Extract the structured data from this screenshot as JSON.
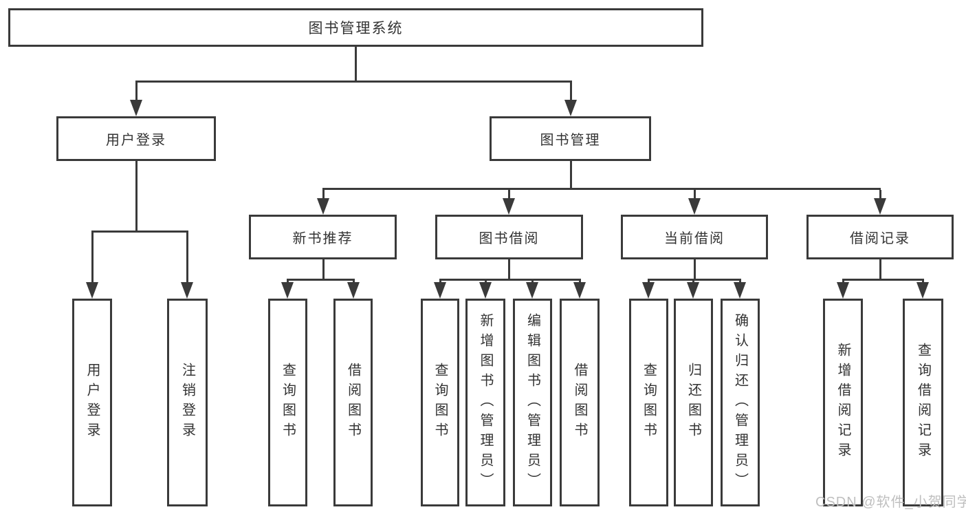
{
  "diagram": {
    "root": {
      "label": "图书管理系统"
    },
    "branches": [
      {
        "label": "用户登录",
        "children": [
          {
            "label": "用户登录"
          },
          {
            "label": "注销登录"
          }
        ]
      },
      {
        "label": "图书管理",
        "children": [
          {
            "label": "新书推荐",
            "children": [
              {
                "label": "查询图书"
              },
              {
                "label": "借阅图书"
              }
            ]
          },
          {
            "label": "图书借阅",
            "children": [
              {
                "label": "查询图书"
              },
              {
                "label": "新增图书（管理员）"
              },
              {
                "label": "编辑图书（管理员）"
              },
              {
                "label": "借阅图书"
              }
            ]
          },
          {
            "label": "当前借阅",
            "children": [
              {
                "label": "查询图书"
              },
              {
                "label": "归还图书"
              },
              {
                "label": "确认归还（管理员）"
              }
            ]
          },
          {
            "label": "借阅记录",
            "children": [
              {
                "label": "新增借阅记录"
              },
              {
                "label": "查询借阅记录"
              }
            ]
          }
        ]
      }
    ]
  },
  "watermark": {
    "text": "CSDN @软件_小贺同学"
  },
  "colors": {
    "line": "#3a3a3a",
    "text": "#333333",
    "watermark": "#bfbfbf",
    "background": "#ffffff"
  }
}
